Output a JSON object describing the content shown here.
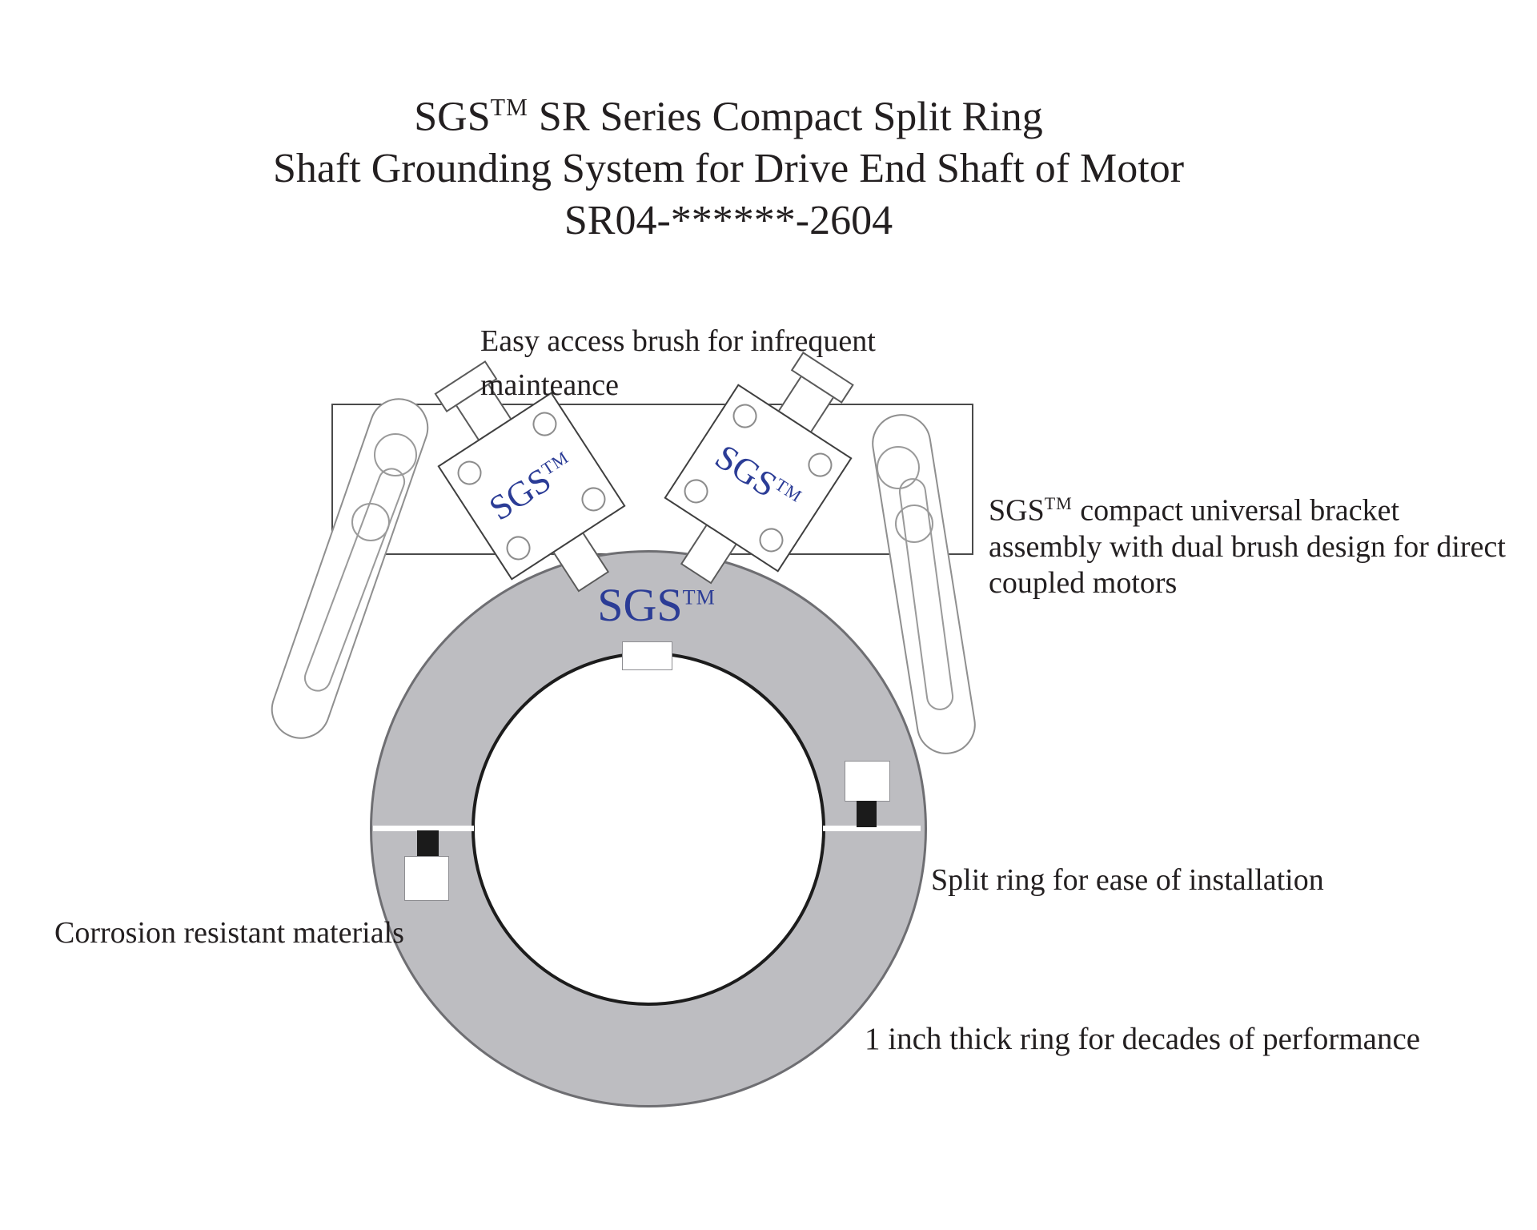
{
  "brand": {
    "name": "SGS",
    "tm": "TM"
  },
  "title": {
    "line1_rest": " SR Series Compact Split Ring",
    "line2": "Shaft Grounding System for Drive End Shaft of Motor",
    "line3": "SR04-******-2604"
  },
  "annotations": {
    "easy_line1": "Easy access brush for infrequent",
    "easy_line2": "mainteance",
    "bracket_line1_rest": " compact universal bracket",
    "bracket_line2": "assembly with dual brush design for direct",
    "bracket_line3": "coupled motors",
    "split_ring": "Split ring for ease of installation",
    "corrosion": "Corrosion resistant materials",
    "thick_ring": "1 inch thick ring for decades of performance"
  },
  "colors": {
    "brand_navy": "#2b3c96",
    "ring_gray": "#bdbdc1",
    "ink": "#231f20",
    "inner_ring_outline": "#1c1c1c",
    "outer_ring_outline": "#6e6e72",
    "background": "#ffffff"
  }
}
